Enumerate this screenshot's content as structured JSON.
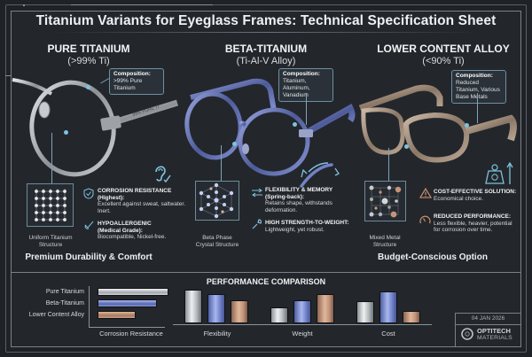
{
  "header": {
    "title": "Titanium Variants for Eyeglass Frames: Technical Specification Sheet"
  },
  "columns": [
    {
      "title": "PURE TITANIUM",
      "subtitle": "(>99% Ti)",
      "composition_label": "Composition:",
      "composition_value": ">99% Pure Titanium",
      "temple_engraving": "99% PURE TI",
      "structure_caption_1": "Uniform Titanium",
      "structure_caption_2": "Structure",
      "illustration_icon": "ear-check-icon",
      "features": [
        {
          "icon": "shield-check-icon",
          "heading": "CORROSION RESISTANCE",
          "heading2": "(Highest):",
          "text": "Excellent against sweat, saltwater. Inert."
        },
        {
          "icon": "check-leaf-icon",
          "heading": "HYPOALLERGENIC",
          "heading2": "(Medical Grade):",
          "text": "Biocompatible, Nickel-free."
        }
      ],
      "tagline": "Premium Durability & Comfort",
      "color": "#b9bec3"
    },
    {
      "title": "BETA-TITANIUM",
      "subtitle": "(Ti-Al-V Alloy)",
      "composition_label": "Composition:",
      "composition_value": "Titanium, Aluminum, Vanadium",
      "structure_caption_1": "Beta Phase",
      "structure_caption_2": "Crystal Structure",
      "illustration_icon": "flex-arc-arrows-icon",
      "features": [
        {
          "icon": "swap-arrows-icon",
          "heading": "FLEXIBILITY & MEMORY",
          "heading2": "(Spring-back):",
          "text": "Retains shape, withstands deformation."
        },
        {
          "icon": "wrench-icon",
          "heading": "HIGH STRENGTH-TO-WEIGHT:",
          "heading2": "",
          "text": "Lightweight, yet robust."
        }
      ],
      "tagline": "",
      "color": "#7282c6"
    },
    {
      "title": "LOWER CONTENT ALLOY",
      "subtitle": "(<90% Ti)",
      "composition_label": "Composition:",
      "composition_value": "Reduced Titanium, Various Base Metals",
      "structure_caption_1": "Mixed Metal",
      "structure_caption_2": "Structure",
      "illustration_icon": "weight-up-arrow-icon",
      "features": [
        {
          "icon": "warning-triangle-icon",
          "heading": "COST-EFFECTIVE SOLUTION:",
          "heading2": "",
          "text": "Economical choice."
        },
        {
          "icon": "gauge-icon",
          "heading": "REDUCED PERFORMANCE:",
          "heading2": "",
          "text": "Less flexible, heavier, potential for corrosion over time."
        }
      ],
      "tagline": "Budget-Conscious Option",
      "color": "#a8927f"
    }
  ],
  "performance": {
    "title": "PERFORMANCE COMPARISON",
    "legend": [
      "Pure Titanium",
      "Beta-Titanium",
      "Lower Content Alloy"
    ]
  },
  "chart_data": {
    "type": "bar",
    "title": "PERFORMANCE COMPARISON",
    "categories": [
      "Corrosion Resistance",
      "Flexibility",
      "Weight",
      "Cost"
    ],
    "series": [
      {
        "name": "Pure Titanium",
        "color": "#c4c8cc",
        "values": [
          10,
          10,
          4,
          6
        ]
      },
      {
        "name": "Beta-Titanium",
        "color": "#7a8bd6",
        "values": [
          8.5,
          8,
          6,
          8.5
        ]
      },
      {
        "name": "Lower Content Alloy",
        "color": "#c59a7e",
        "values": [
          5.5,
          6,
          8,
          3
        ]
      }
    ],
    "notes": "Relative scale, no numeric axis shown; Corrosion Resistance drawn as horizontal bars, others as vertical bars",
    "xlabel": "",
    "ylabel": "",
    "grid": false,
    "legend_position": "left"
  },
  "footer": {
    "date": "04 JAN 2026",
    "brand_line1": "OPTITECH",
    "brand_line2": "MATERIALS"
  }
}
